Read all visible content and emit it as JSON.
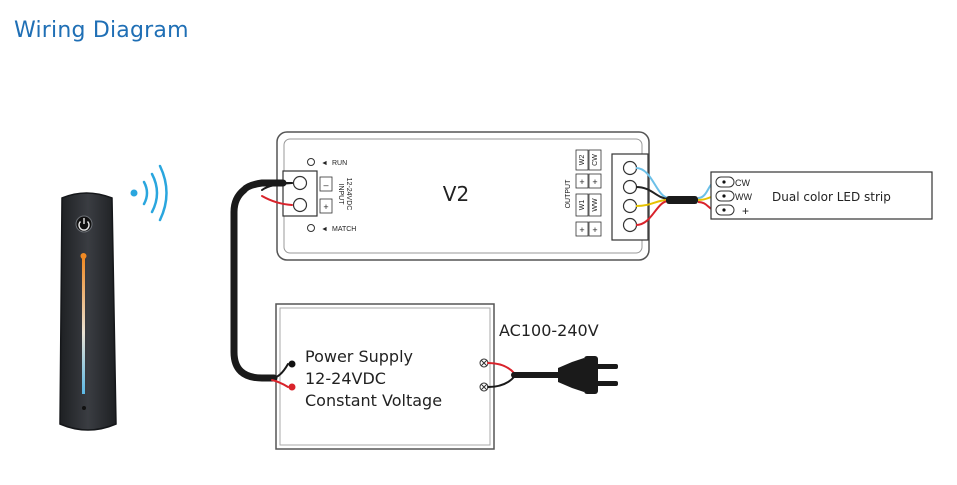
{
  "title": "Wiring Diagram",
  "controller": {
    "model": "V2",
    "run_label": "RUN",
    "match_label": "MATCH",
    "input_label_line1": "INPUT",
    "input_label_line2": "12-24VDC",
    "input_minus": "–",
    "input_plus": "+",
    "output_label": "OUTPUT",
    "output_cols": [
      {
        "top": "W2",
        "bottom": "W1"
      },
      {
        "top": "CW",
        "bottom": "WW"
      }
    ],
    "plus_sign": "+"
  },
  "led_strip": {
    "label": "Dual color LED strip",
    "terminals": [
      "CW",
      "WW",
      "+"
    ]
  },
  "power_supply": {
    "line1": "Power Supply",
    "line2": "12-24VDC",
    "line3": "Constant Voltage"
  },
  "ac_input": "AC100-240V",
  "colors": {
    "title": "#1f6fb5",
    "signal": "#2aa6de",
    "red_wire": "#d9232b",
    "yellow_wire": "#e6c200",
    "blue_wire": "#6cc0e8",
    "remote_body": "#2f3236",
    "remote_slider_top": "#f08a24",
    "remote_slider_bottom": "#5bb9e6"
  }
}
